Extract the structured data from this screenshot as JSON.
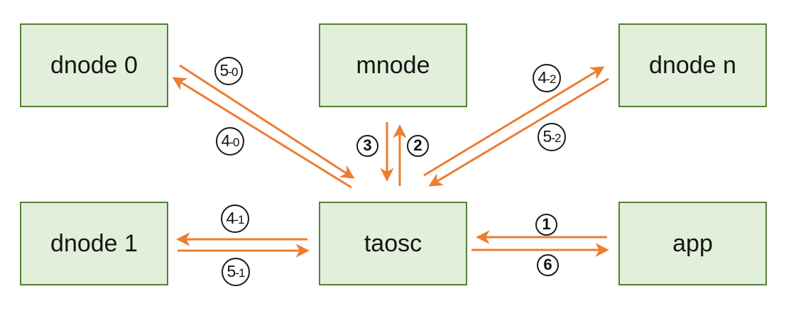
{
  "diagram": {
    "nodes": [
      {
        "id": "dnode0",
        "label": "dnode 0"
      },
      {
        "id": "mnode",
        "label": "mnode"
      },
      {
        "id": "dnoden",
        "label": "dnode n"
      },
      {
        "id": "dnode1",
        "label": "dnode 1"
      },
      {
        "id": "taosc",
        "label": "taosc"
      },
      {
        "id": "app",
        "label": "app"
      }
    ],
    "edges": [
      {
        "from": "app",
        "to": "taosc",
        "label": "1"
      },
      {
        "from": "taosc",
        "to": "mnode",
        "label": "2"
      },
      {
        "from": "mnode",
        "to": "taosc",
        "label": "3"
      },
      {
        "from": "taosc",
        "to": "dnode 0",
        "label": "4-0"
      },
      {
        "from": "taosc",
        "to": "dnode 1",
        "label": "4-1"
      },
      {
        "from": "taosc",
        "to": "dnode n",
        "label": "4-2"
      },
      {
        "from": "dnode 0",
        "to": "taosc",
        "label": "5-0"
      },
      {
        "from": "dnode 1",
        "to": "taosc",
        "label": "5-1"
      },
      {
        "from": "dnode n",
        "to": "taosc",
        "label": "5-2"
      },
      {
        "from": "taosc",
        "to": "app",
        "label": "6"
      }
    ],
    "colors": {
      "node_fill": "#e2efda",
      "node_border": "#548235",
      "arrow": "#ed7d31",
      "label_circle": "#1a1a1a"
    }
  }
}
